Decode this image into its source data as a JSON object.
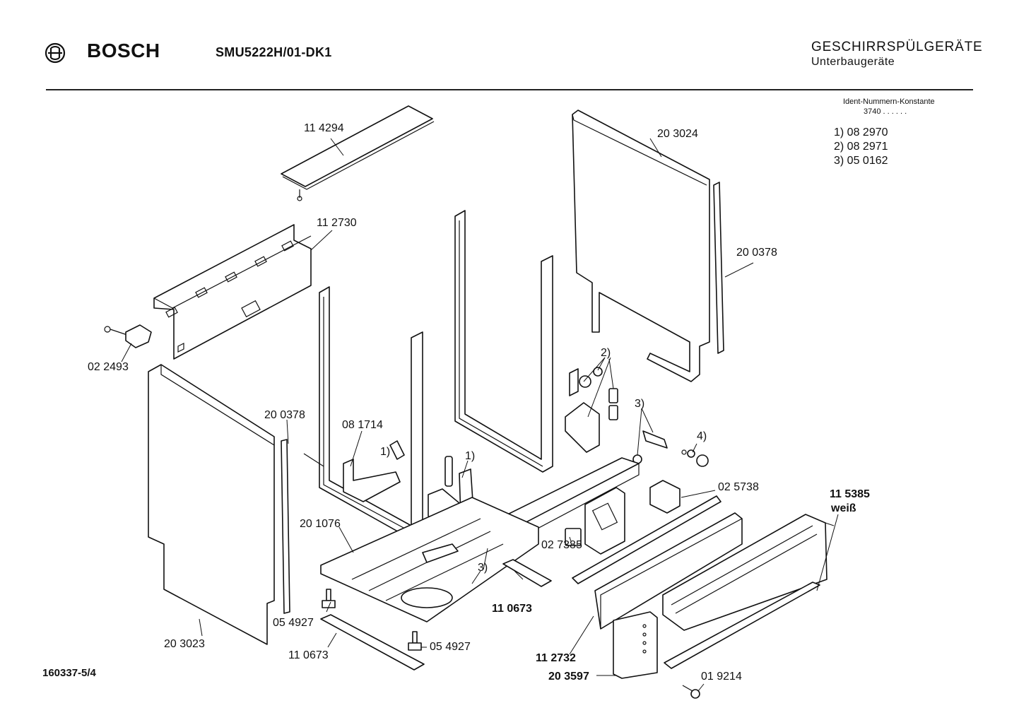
{
  "header": {
    "brand": "BOSCH",
    "model": "SMU5222H/01-DK1",
    "category": "GESCHIRRSPÜLGERÄTE",
    "subcategory": "Unterbaugeräte",
    "icon": "bosch-armature-logo"
  },
  "ident": {
    "title": "Ident-Nummern-Konstante",
    "value": "3740  . .   . . . .",
    "notes": [
      "1) 08 2970",
      "2) 08 2971",
      "3) 05 0162"
    ]
  },
  "parts": {
    "p114294": "11 4294",
    "p112730": "11 2730",
    "p203024": "20 3024",
    "p200378a": "20 0378",
    "p022493": "02 2493",
    "p200378b": "20 0378",
    "p081714": "08 1714",
    "n1a": "1)",
    "n1b": "1)",
    "n2": "2)",
    "n3a": "3)",
    "n3b": "3)",
    "n4": "4)",
    "p025738": "02 5738",
    "p115385": "11 5385",
    "weiss": "weiß",
    "p201076": "20 1076",
    "p027385": "02 7385",
    "p110673a": "11 0673",
    "p054927a": "05 4927",
    "p203023": "20 3023",
    "p110673b": "11 0673",
    "p054927b": "05 4927",
    "p112732": "11 2732",
    "p203597": "20 3597",
    "p019214": "01 9214"
  },
  "footer": {
    "code": "160337-5/4"
  }
}
